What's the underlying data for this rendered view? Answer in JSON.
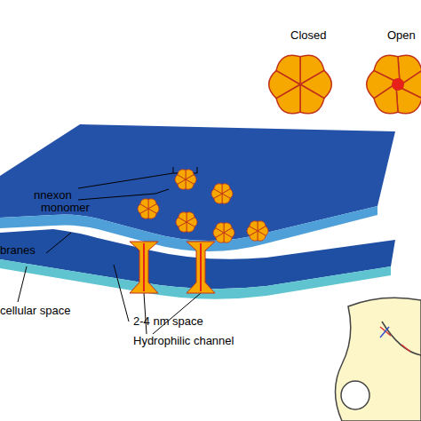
{
  "diagram": {
    "labels": [
      "Closed",
      "Open",
      "nnexon",
      "monomer",
      "branes",
      "cellular space",
      "2-4 nm space",
      "Hydrophilic channel"
    ]
  }
}
